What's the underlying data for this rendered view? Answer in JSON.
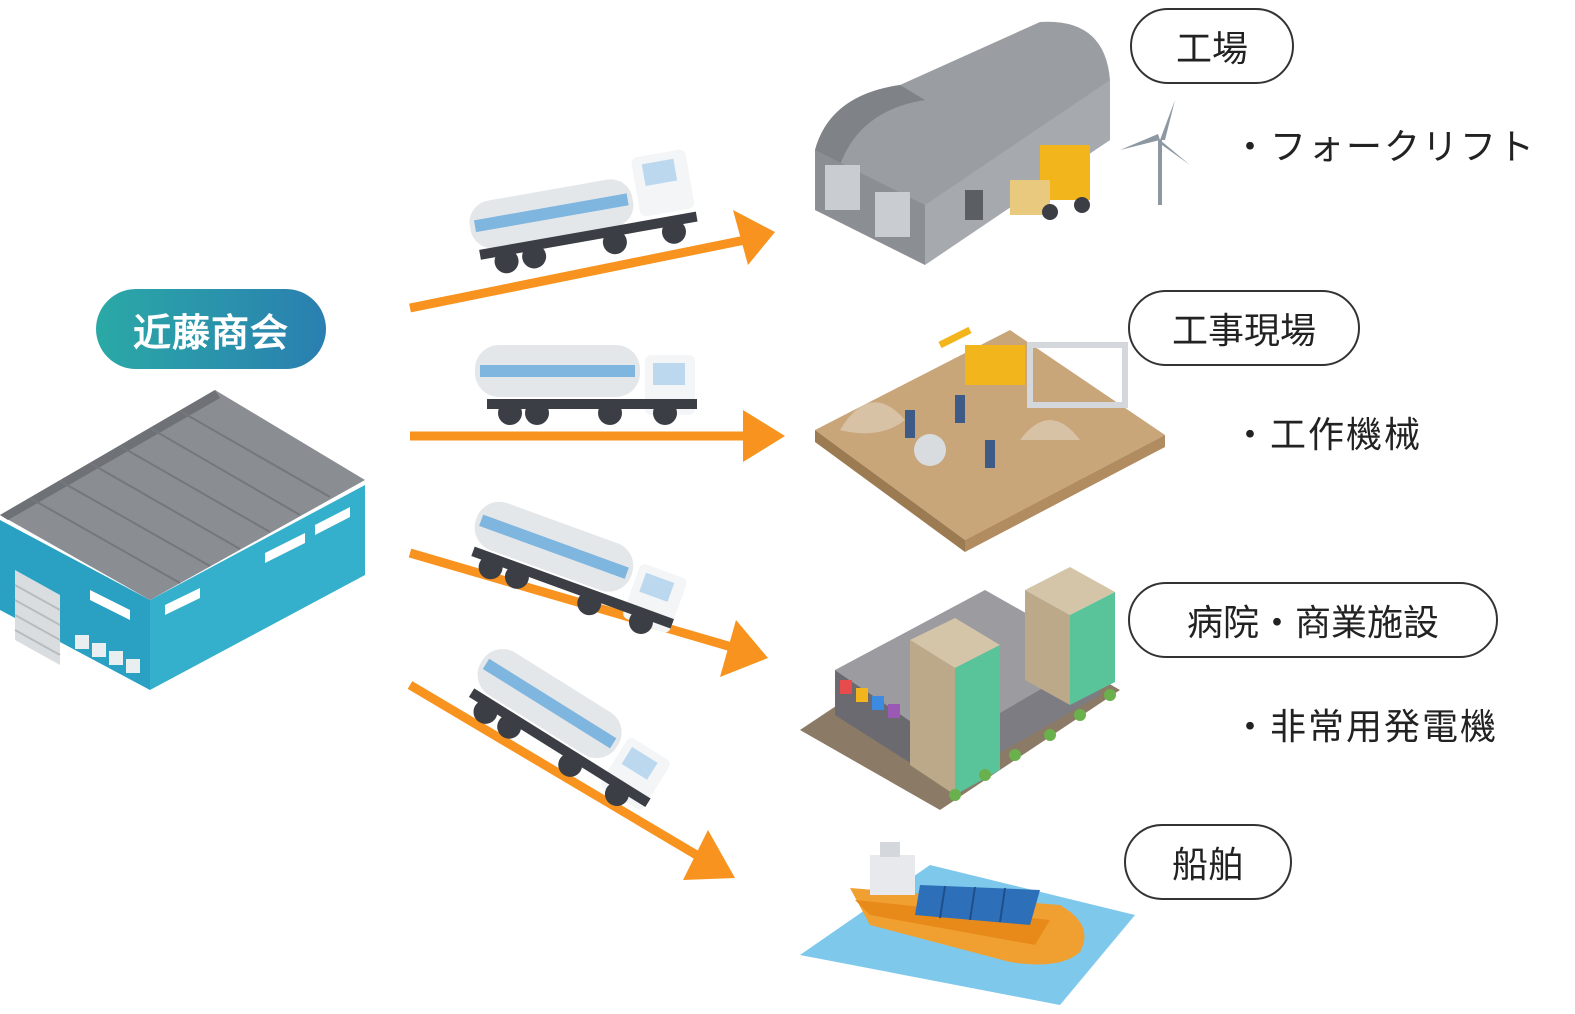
{
  "company": {
    "name": "近藤商会",
    "colors": [
      "#2aa9a6",
      "#2a7fb0"
    ]
  },
  "arrow_color": "#f7931e",
  "destinations": [
    {
      "label": "工場",
      "note": "・フォークリフト",
      "icon": "factory-icon"
    },
    {
      "label": "工事現場",
      "note": "・工作機械",
      "icon": "construction-site-icon"
    },
    {
      "label": "病院・商業施設",
      "note": "・非常用発電機",
      "icon": "hospital-commercial-icon"
    },
    {
      "label": "船舶",
      "note": "",
      "icon": "ship-icon"
    }
  ]
}
